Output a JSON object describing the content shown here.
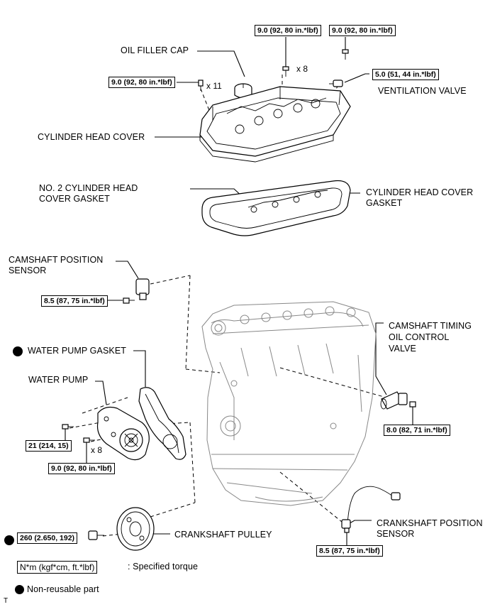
{
  "labels": {
    "oil_filler_cap": "OIL FILLER CAP",
    "ventilation_valve": "VENTILATION VALVE",
    "cylinder_head_cover": "CYLINDER HEAD COVER",
    "no2_gasket_line1": "NO. 2 CYLINDER HEAD",
    "no2_gasket_line2": "COVER GASKET",
    "cover_gasket_line1": "CYLINDER HEAD COVER",
    "cover_gasket_line2": "GASKET",
    "cam_sensor_line1": "CAMSHAFT POSITION",
    "cam_sensor_line2": "SENSOR",
    "ocv_line1": "CAMSHAFT TIMING",
    "ocv_line2": "OIL CONTROL",
    "ocv_line3": "VALVE",
    "water_pump_gasket": "WATER PUMP GASKET",
    "water_pump": "WATER PUMP",
    "crankshaft_pulley": "CRANKSHAFT PULLEY",
    "crank_sensor_line1": "CRANKSHAFT POSITION",
    "crank_sensor_line2": "SENSOR"
  },
  "torques": {
    "cover_bolt_center": "9.0 (92, 80 in.*lbf)",
    "cover_bolt_right": "9.0 (92, 80 in.*lbf)",
    "cover_bolt_left": "9.0 (92, 80 in.*lbf)",
    "ventilation_valve": "5.0 (51, 44 in.*lbf)",
    "cam_sensor": "8.5 (87, 75 in.*lbf)",
    "ocv": "8.0 (82, 71 in.*lbf)",
    "water_pump_stud": "21 (214, 15)",
    "water_pump_bolt": "9.0 (92, 80 in.*lbf)",
    "crank_pulley": "260 (2.650, 192)",
    "crank_sensor": "8.5 (87, 75 in.*lbf)"
  },
  "quantities": {
    "cover_center": "x 8",
    "cover_left": "x 11",
    "water_pump": "x 8"
  },
  "legend": {
    "torque_box": "N*m (kgf*cm, ft.*lbf)",
    "torque_text": ": Specified torque",
    "nonreusable_text": "Non-reusable part",
    "corner_mark": "T"
  }
}
